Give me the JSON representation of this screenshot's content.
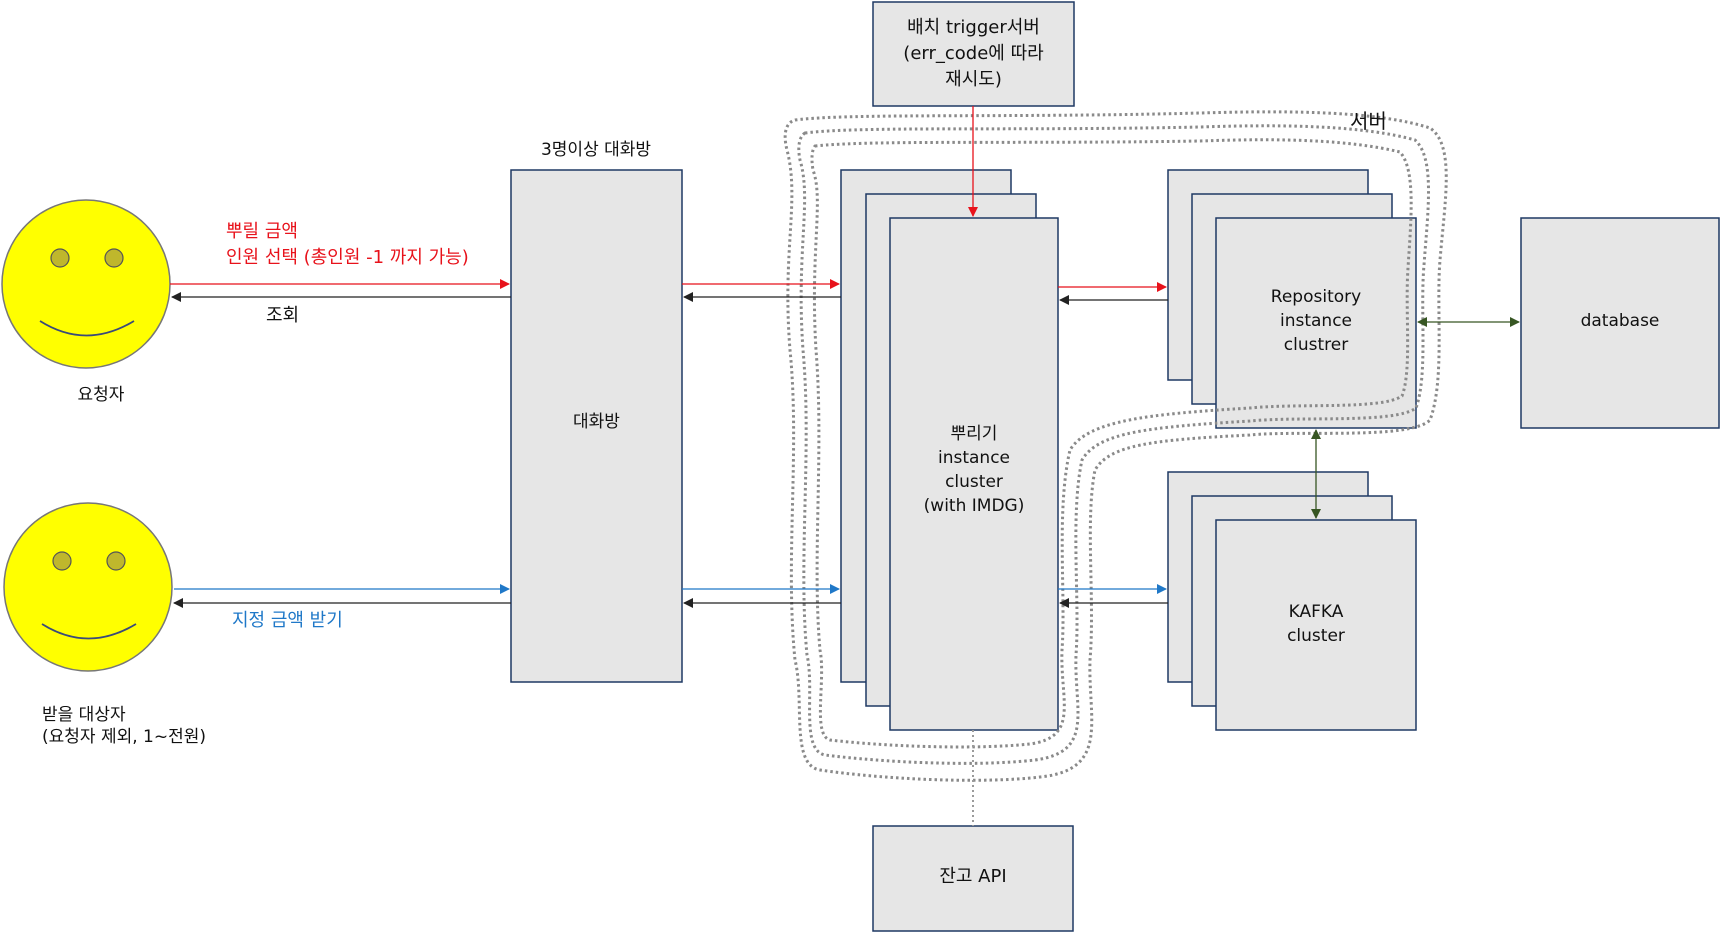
{
  "actors": {
    "requester": {
      "label": "요청자"
    },
    "receiver": {
      "label": "받을 대상자\n(요청자 제외, 1~전원)"
    }
  },
  "nodes": {
    "chatroom_group_title": "3명이상 대화방",
    "chatroom": "대화방",
    "batch": "배치 trigger서버\n(err_code에 따라\n재시도)",
    "sprinkle": "뿌리기\ninstance\ncluster\n(with IMDG)",
    "repository": "Repository\ninstance\nclustrer",
    "kafka": "KAFKA\ncluster",
    "database": "database",
    "balance_api": "잔고 API",
    "server_group": "서버"
  },
  "edges": {
    "sprinkle_request": "뿌릴 금액\n인원 선택 (총인원 -1 까지 가능)",
    "lookup": "조회",
    "receive": "지정 금액 받기"
  },
  "colors": {
    "box_fill": "#e6e6e6",
    "box_stroke": "#1f3864",
    "red": "#e8121b",
    "blue": "#1f78c8",
    "green": "#375623",
    "black": "#222222",
    "face": "#ffff00",
    "eye": "#bfb72c"
  }
}
